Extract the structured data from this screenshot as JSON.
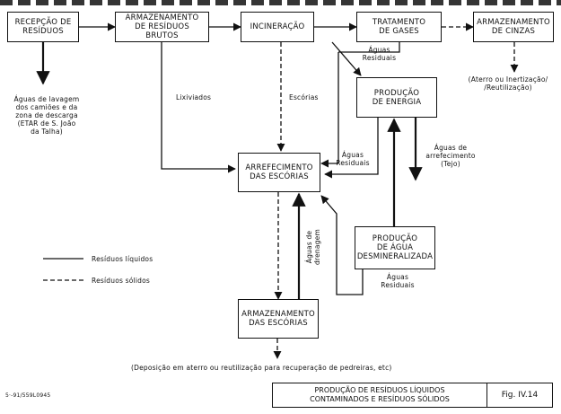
{
  "boxes": {
    "rececao": [
      "RECEPÇÃO DE",
      "RESÍDUOS"
    ],
    "armazenamento_brutos": [
      "ARMAZENAMENTO",
      "DE RESÍDUOS",
      "BRUTOS"
    ],
    "incineracao": [
      "INCINERAÇÃO"
    ],
    "tratamento_gases": [
      "TRATAMENTO",
      "DE GASES"
    ],
    "armazenamento_cinzas": [
      "ARMAZENAMENTO",
      "DE CINZAS"
    ],
    "producao_energia": [
      "PRODUÇÃO",
      "DE ENERGIA"
    ],
    "arrefecimento": [
      "ARREFECIMENTO",
      "DAS ESCÓRIAS"
    ],
    "producao_agua": [
      "PRODUÇÃO",
      "DE ÁGUA",
      "DESMINERALIZADA"
    ],
    "armazenamento_escorias": [
      "ARMAZENAMENTO",
      "DAS ESCÓRIAS"
    ]
  },
  "labels": {
    "aguas_lavagem": [
      "Águas de lavagem",
      "dos camiões e da",
      "zona de descarga",
      "(ETAR de S. João",
      "da Talha)"
    ],
    "lixiviados": "Lixiviados",
    "escorias": "Escórias",
    "aguas_residuais_gases": [
      "Águas",
      "Residuais"
    ],
    "aterro_cinzas": [
      "(Aterro ou Inertização/",
      "/Reutilização)"
    ],
    "aguas_residuais_energia": [
      "Águas",
      "Residuais"
    ],
    "aguas_arrefecimento": [
      "Águas de",
      "arrefecimento",
      "(Tejo)"
    ],
    "aguas_drenagem": [
      "Águas de",
      "drenagem"
    ],
    "aguas_residuais_agua": [
      "Águas",
      "Residuais"
    ],
    "deposicao": "(Deposição em aterro ou reutilização para recuperação de pedreiras, etc)"
  },
  "legend": {
    "liquidos": "Resíduos líquidos",
    "solidos": "Resíduos sólidos"
  },
  "footer": {
    "title": [
      "PRODUÇÃO DE RESÍDUOS LÍQUIDOS",
      "CONTAMINADOS E RESÍDUOS SÓLIDOS"
    ],
    "figure": "Fig. IV.14",
    "code": "5·-91/559L0945"
  }
}
